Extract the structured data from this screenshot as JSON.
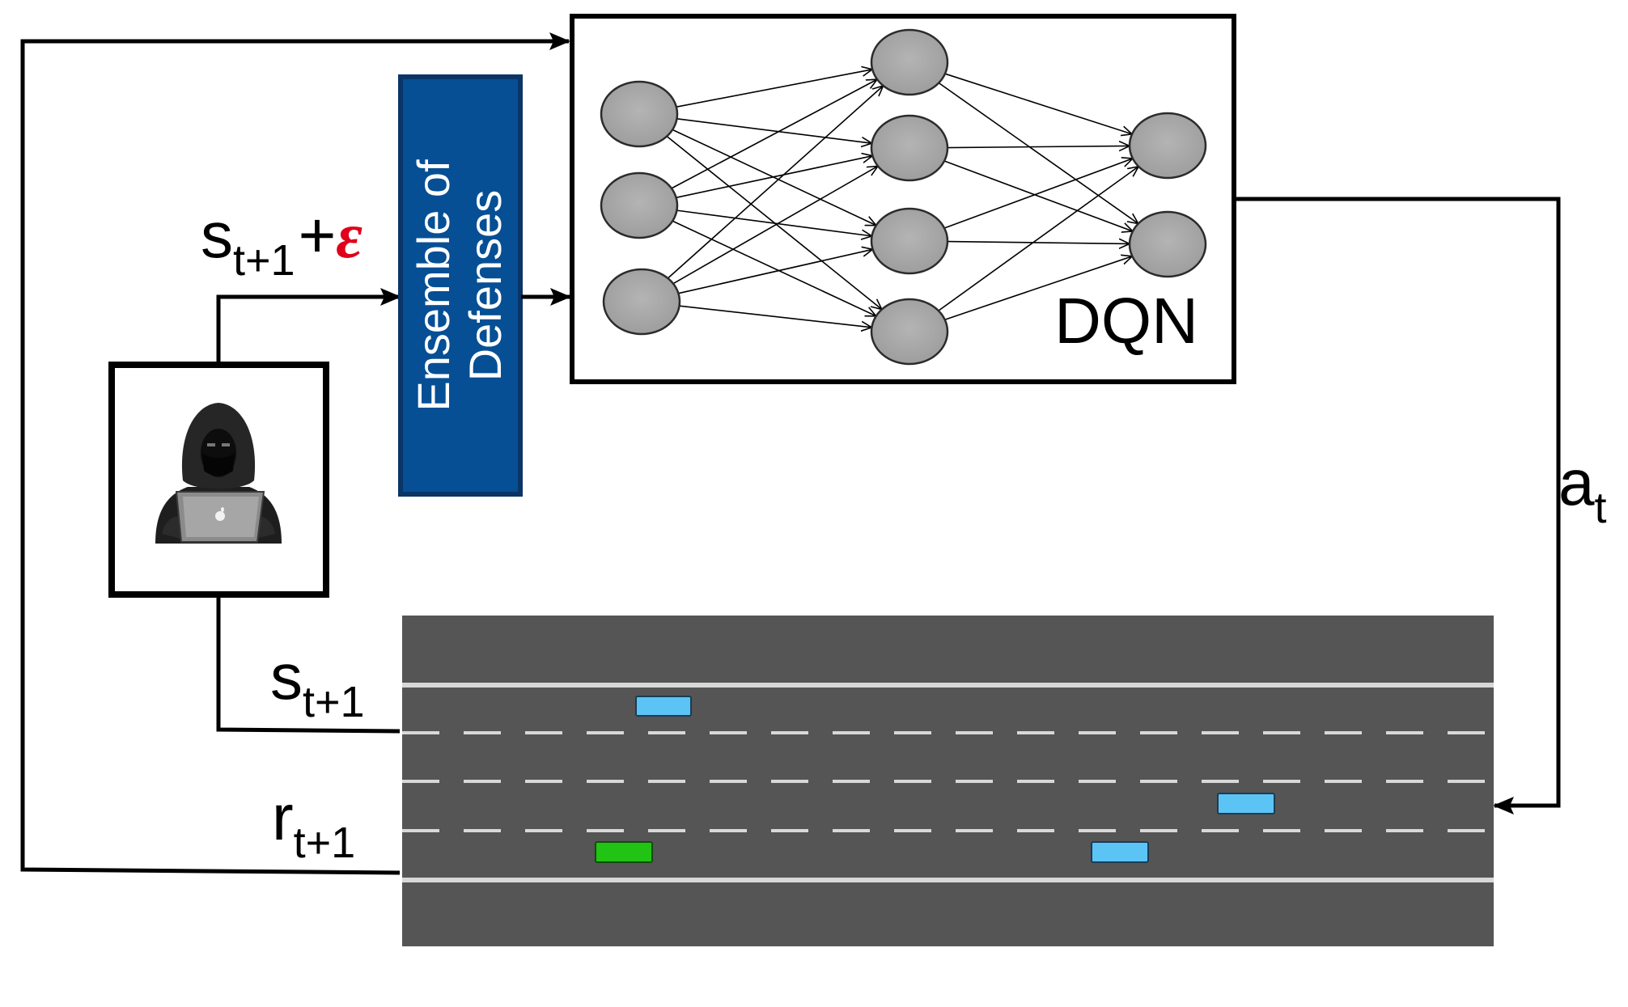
{
  "labels": {
    "state_perturbed": {
      "base": "s",
      "sub": "t+1",
      "plus": "+",
      "epsilon": "ε"
    },
    "state": {
      "base": "s",
      "sub": "t+1"
    },
    "reward": {
      "base": "r",
      "sub": "t+1"
    },
    "action": {
      "base": "a",
      "sub": "t"
    },
    "dqn": "DQN",
    "defense_line1": "Ensemble of",
    "defense_line2": "Defenses"
  },
  "colors": {
    "line": "#000000",
    "defense_box": "#064f95",
    "neuron": "#a9a9a9",
    "road": "#555555",
    "lane_marking": "#d8d8d8",
    "epsilon": "#e0001a",
    "ego_car": "#21c414",
    "other_car": "#5cc3f5"
  },
  "attacker": {
    "icon": "hooded-hacker-with-laptop-icon"
  }
}
